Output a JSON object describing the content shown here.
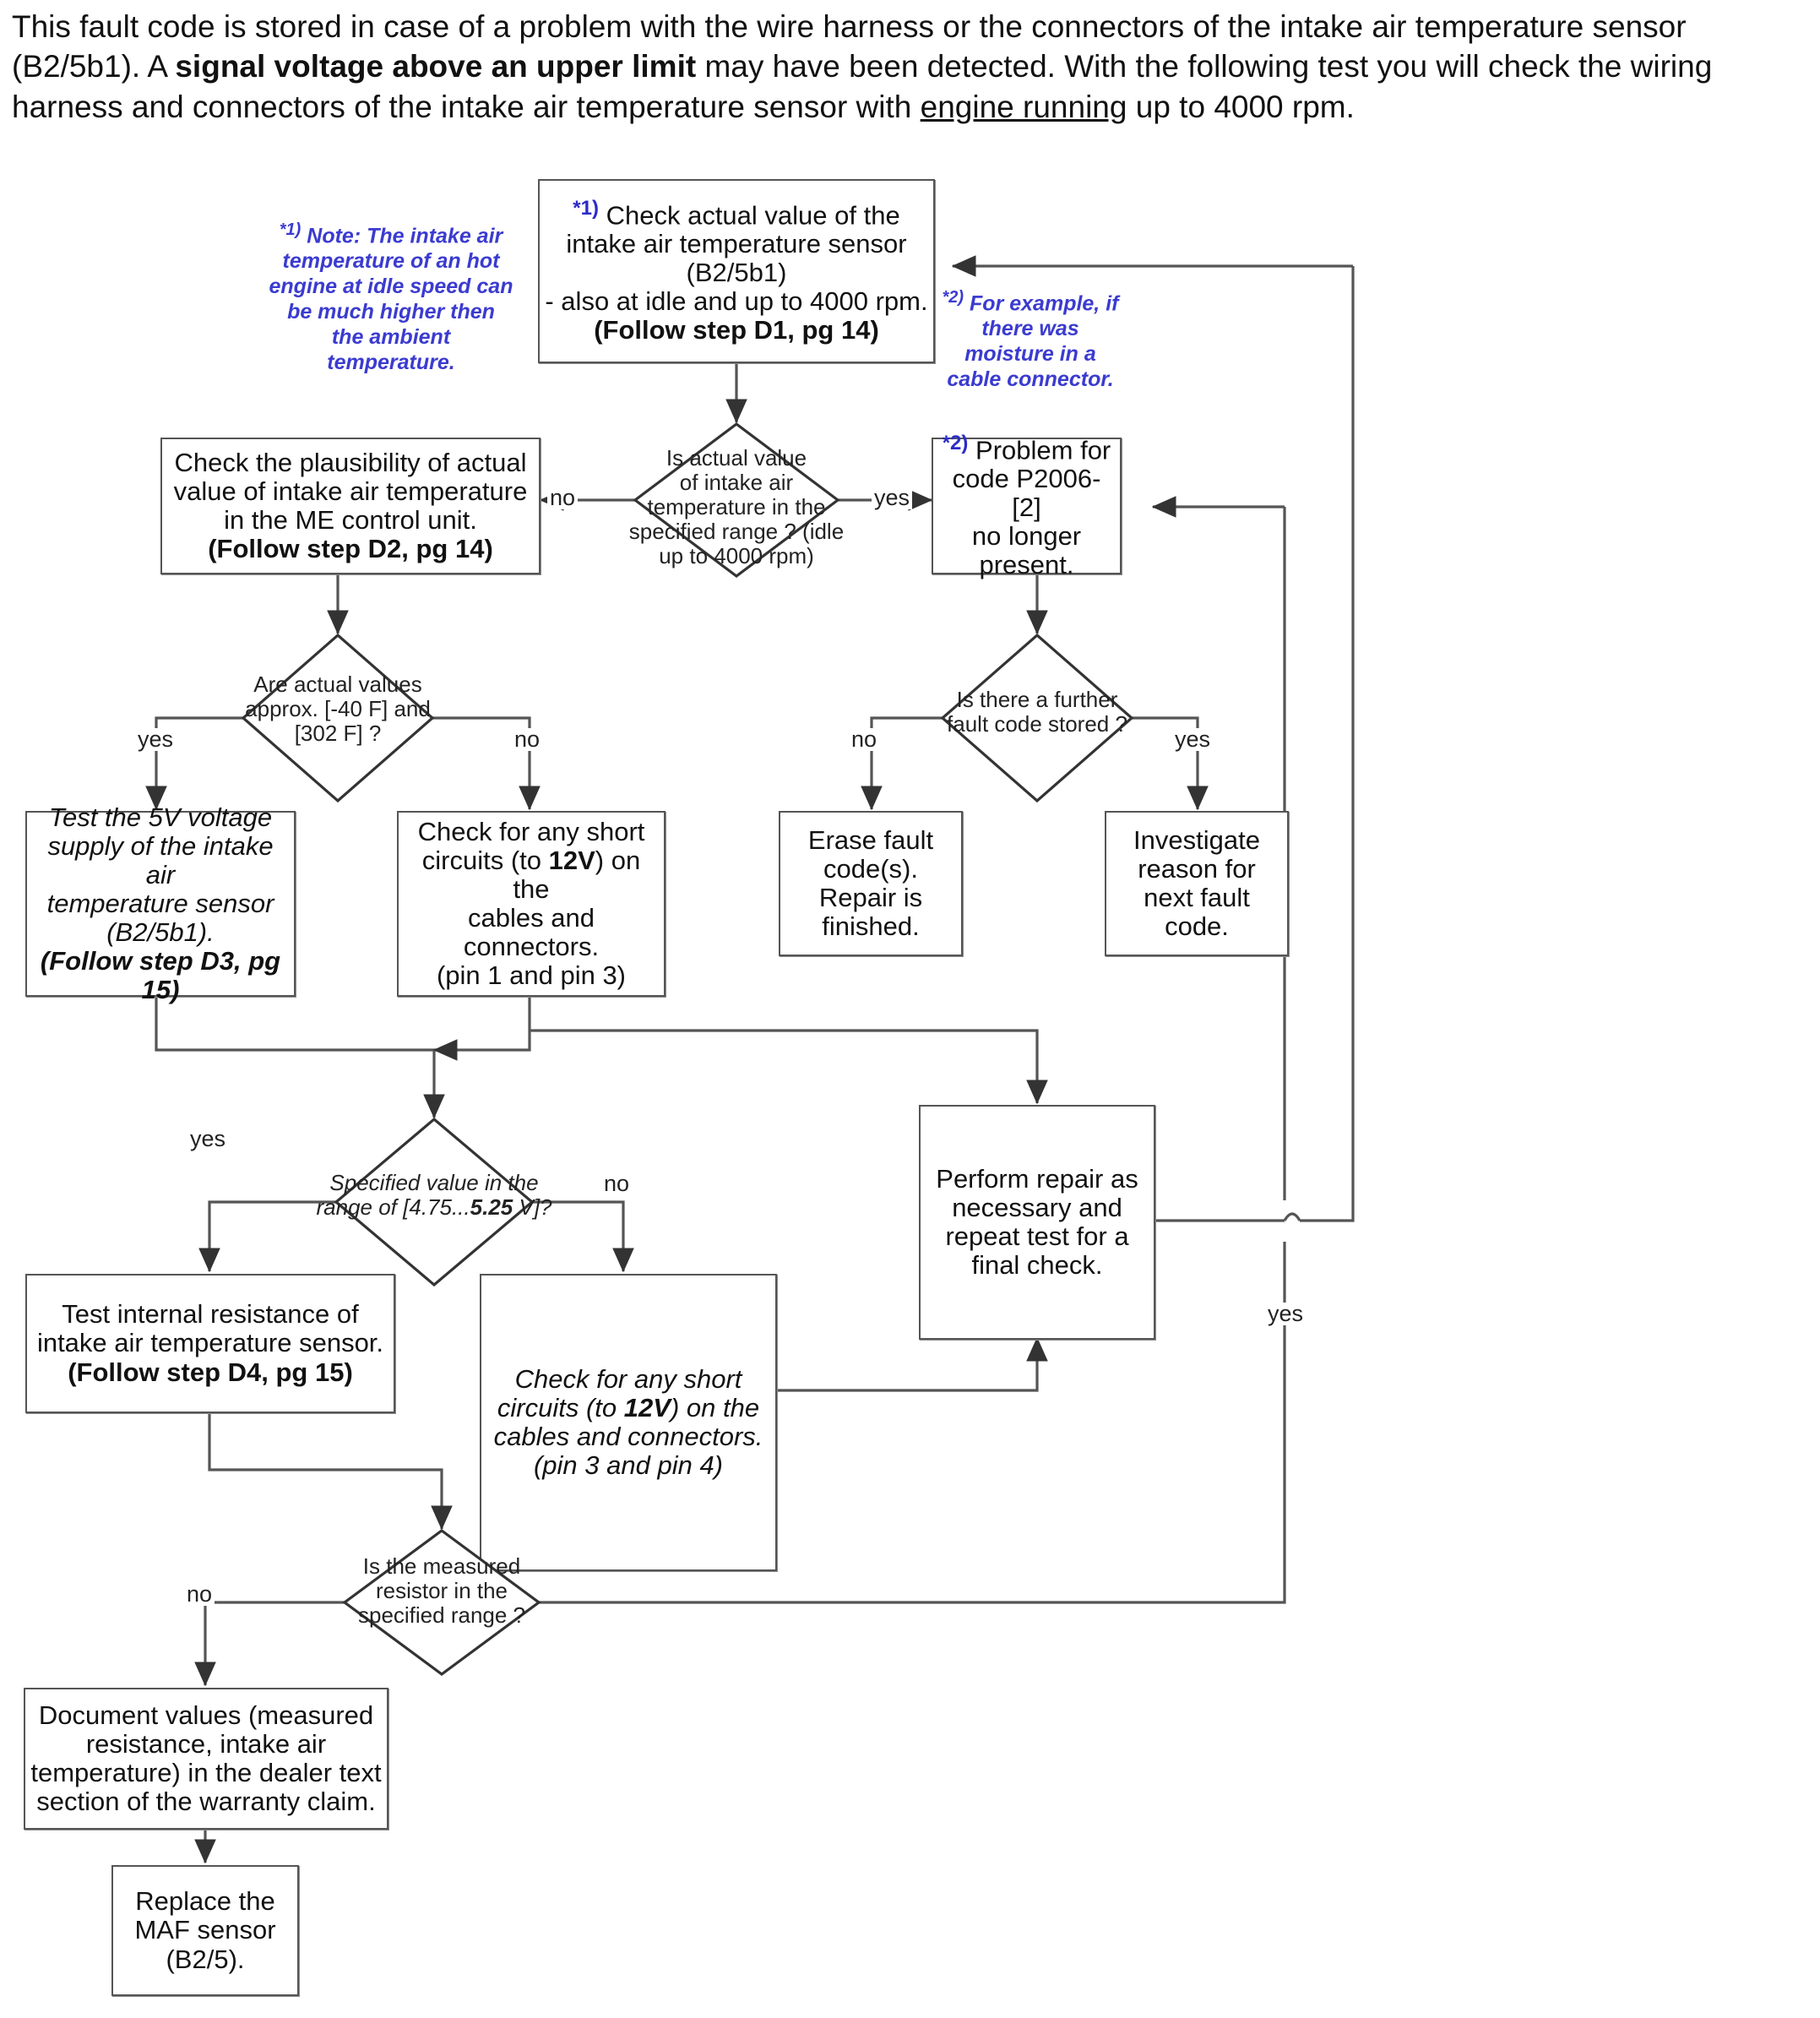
{
  "intro": {
    "part1": "This fault code is stored in case of a problem with the wire harness or the connectors of the intake air temperature sensor (B2/5b1). A ",
    "bold": "signal voltage above an upper limit",
    "part2": " may have been detected. With the following test you will check the wiring harness and connectors of the intake air temperature sensor with ",
    "underline": "engine running",
    "part3": " up to 4000 rpm."
  },
  "notes": {
    "note1": {
      "marker": "*1)",
      "text": "Note: The intake air temperature of an hot engine at idle speed can be much higher then the ambient temperature."
    },
    "note2": {
      "marker": "*2)",
      "text": "For example, if there was moisture in a cable connector."
    }
  },
  "nodes": {
    "check_actual_value": {
      "marker": "*1)",
      "line1": "Check actual value of the",
      "line2": "intake air temperature sensor",
      "line3": "(B2/5b1)",
      "line4": "- also at idle and up to 4000 rpm.",
      "line5": "(Follow step D1, pg 14)"
    },
    "check_plausibility": {
      "line1": "Check the plausibility of actual",
      "line2": "value of intake air temperature",
      "line3": "in the ME control unit.",
      "line4": "(Follow step D2, pg 14)"
    },
    "problem_no_longer": {
      "marker": "*2)",
      "line1": "Problem for",
      "line2": "code P2006-[2]",
      "line3": "no longer",
      "line4": "present."
    },
    "test_5v": {
      "line1": "Test the 5V voltage",
      "line2": "supply of the intake air",
      "line3": "temperature sensor",
      "line4": "(B2/5b1).",
      "line5": "(Follow step D3, pg 15)"
    },
    "short_pin1_pin3": {
      "line1": "Check for any short",
      "line2pre": "circuits (to ",
      "line2b": "12V",
      "line2post": ") on the",
      "line3": "cables and connectors.",
      "line4": "(pin 1 and pin 3)"
    },
    "erase_fault": {
      "line1": "Erase fault",
      "line2": "code(s).",
      "line3": "Repair is",
      "line4": "finished."
    },
    "investigate": {
      "line1": "Investigate",
      "line2": "reason for",
      "line3": "next fault code."
    },
    "perform_repair": {
      "line1": "Perform repair as",
      "line2": "necessary and",
      "line3": "repeat test  for a",
      "line4": "final check."
    },
    "test_internal_resistance": {
      "line1": "Test internal resistance of",
      "line2": "intake air temperature sensor.",
      "line3": "(Follow step D4, pg 15)"
    },
    "short_pin3_pin4": {
      "line1": "Check for any short",
      "line2pre": "circuits (to ",
      "line2b": "12V",
      "line2post": ") on the",
      "line3": "cables and connectors.",
      "line4": "(pin 3 and pin 4)"
    },
    "document_values": {
      "line1": "Document values (measured",
      "line2": "resistance, intake air",
      "line3": "temperature) in the dealer text",
      "line4": "section of the warranty claim."
    },
    "replace_maf": {
      "line1": "Replace the",
      "line2": "MAF sensor",
      "line3": "(B2/5)."
    }
  },
  "decisions": {
    "d_actual_value_range": {
      "line1": "Is actual value",
      "line2": "of intake air",
      "line3": "temperature in the",
      "line4": "specified range ? (idle",
      "line5": "up to 4000 rpm)"
    },
    "d_approx_values": {
      "line1": "Are actual values",
      "line2": "approx. [-40 F] and",
      "line3": "[302 F] ?"
    },
    "d_further_fault_code": {
      "line1": "Is there a further",
      "line2": "fault code stored ?"
    },
    "d_specified_voltage": {
      "line1": "Specified value in the",
      "line2pre": "range of [4.75...",
      "line2b": "5.25",
      "line2post": " V]?"
    },
    "d_measured_resistor": {
      "line1": "Is the measured",
      "line2": "resistor in the",
      "line3": "specified range ?"
    }
  },
  "edge_labels": {
    "no_to_plausibility": "no",
    "yes_to_problem": "yes",
    "yes_approx": "yes",
    "no_approx": "no",
    "no_further": "no",
    "yes_further": "yes",
    "yes_specified": "yes",
    "no_specified": "no",
    "no_resistor": "no",
    "yes_resistor": "yes"
  },
  "colors": {
    "note_blue": "#3b3bd0",
    "marker_blue": "#2b2bc8",
    "line": "#555555",
    "text": "#111111"
  }
}
